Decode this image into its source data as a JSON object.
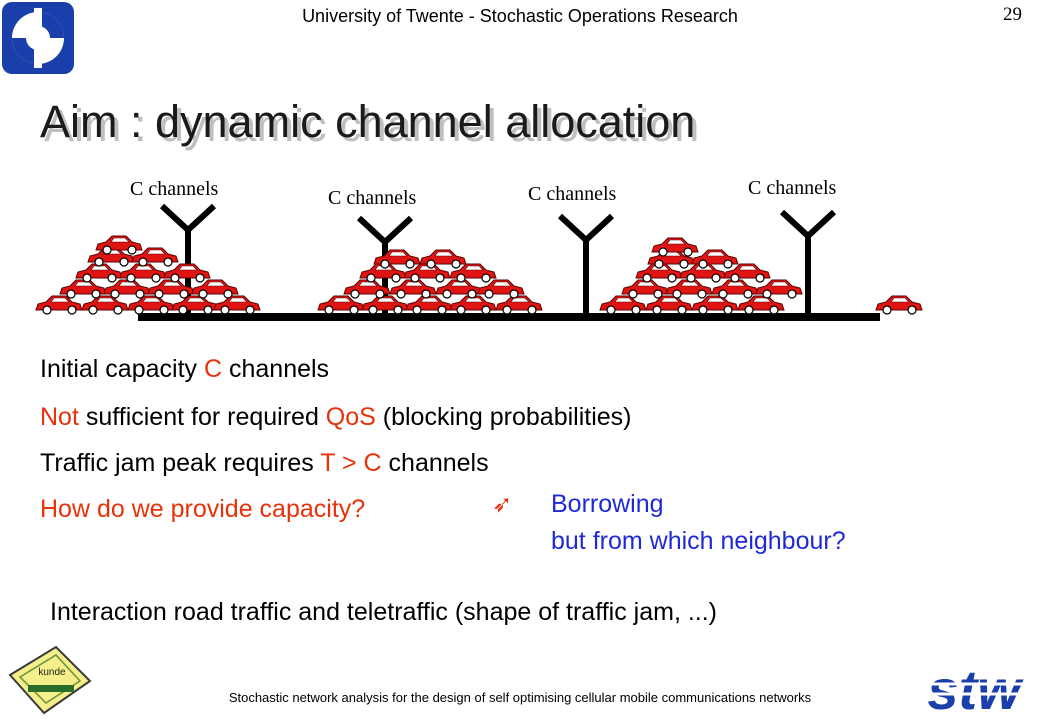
{
  "header": {
    "institution": "University of Twente - Stochastic Operations Research",
    "slide_number": "29"
  },
  "title": "Aim : dynamic channel allocation",
  "diagram": {
    "antenna_labels": [
      "C channels",
      "C channels",
      "C channels",
      "C channels"
    ]
  },
  "body": {
    "line1": {
      "a": "Initial capacity ",
      "b": "C",
      "c": " channels"
    },
    "line2": {
      "a": "Not",
      "b": " sufficient for required ",
      "c": "QoS",
      "d": " (blocking probabilities)"
    },
    "line3": {
      "a": "Traffic jam peak requires ",
      "b": "T > C",
      "c": " channels"
    },
    "line4": {
      "question": "How do we provide capacity?",
      "arrow": "➶",
      "answer1": "Borrowing",
      "answer2": "but from which neighbour?"
    },
    "line5": "Interaction road traffic and teletraffic (shape of traffic jam, ...)"
  },
  "footer": "Stochastic network analysis for the design of self optimising cellular mobile communications networks",
  "logos": {
    "left_bottom": "kunde",
    "right_bottom": "stw"
  },
  "colors": {
    "red": "#e8320a",
    "blue": "#1f2ad6",
    "logo_blue": "#1a3faa"
  }
}
